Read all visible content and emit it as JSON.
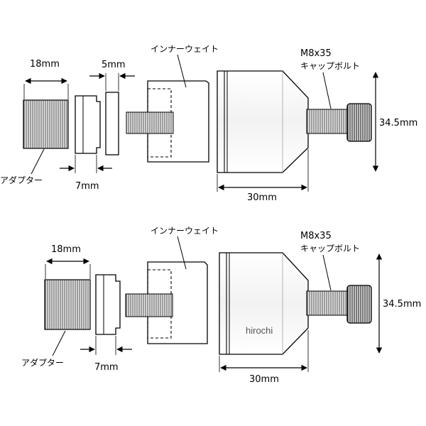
{
  "diagrams": [
    {
      "id": "top",
      "dims": {
        "adapter_thread_width": "18mm",
        "spacer_width": "5mm",
        "collar_width": "7mm",
        "weight_length": "30mm",
        "weight_diameter": "34.5mm"
      },
      "labels": {
        "inner_weight": "インナーウェイト",
        "bolt_size": "M8x35",
        "bolt_name": "キャップボルト",
        "adapter": "アダプター"
      }
    },
    {
      "id": "bottom",
      "dims": {
        "adapter_thread_width": "18mm",
        "collar_width": "7mm",
        "weight_length": "30mm",
        "weight_diameter": "34.5mm"
      },
      "labels": {
        "inner_weight": "インナーウェイト",
        "bolt_size": "M8x35",
        "bolt_name": "キャップボルト",
        "adapter": "アダプター"
      },
      "watermark": "hirochi"
    }
  ]
}
